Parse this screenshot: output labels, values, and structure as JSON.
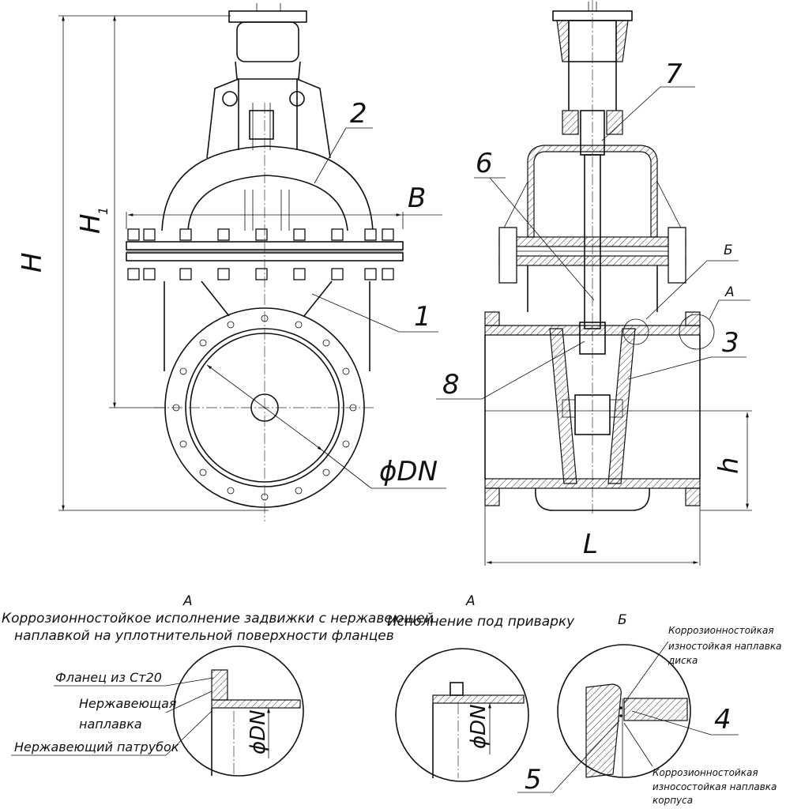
{
  "front_view": {
    "label_H": "H",
    "label_H1": "H",
    "label_H1_sub": "1",
    "label_B": "B",
    "label_DN": "ϕDN",
    "pos_1": "1",
    "pos_2": "2"
  },
  "side_view": {
    "label_L": "L",
    "label_h": "h",
    "pos_3": "3",
    "pos_6": "6",
    "pos_7": "7",
    "pos_8": "8",
    "callout_A": "А",
    "callout_B": "Б"
  },
  "detail_A1": {
    "letter": "А",
    "caption_line1": "Коррозионностойкое исполнение задвижки с нержавеющей",
    "caption_line2": "наплавкой на уплотнительной поверхности фланцев",
    "label_flange": "Фланец из Ст20",
    "label_cladding_1": "Нержавеющая",
    "label_cladding_2": "наплавка",
    "label_pipe": "Нержавеющий патрубок",
    "label_DN": "ϕDN"
  },
  "detail_A2": {
    "letter": "А",
    "caption": "Исполнение под приварку",
    "label_DN": "ϕDN"
  },
  "detail_B": {
    "letter": "Б",
    "disc_note_1": "Коррозионностойкая",
    "disc_note_2": "изностойкая наплавка",
    "disc_note_3": "диска",
    "body_note_1": "Коррозионностойкая",
    "body_note_2": "износостойкая наплавка",
    "body_note_3": "корпуса",
    "pos_4": "4",
    "pos_5": "5"
  }
}
